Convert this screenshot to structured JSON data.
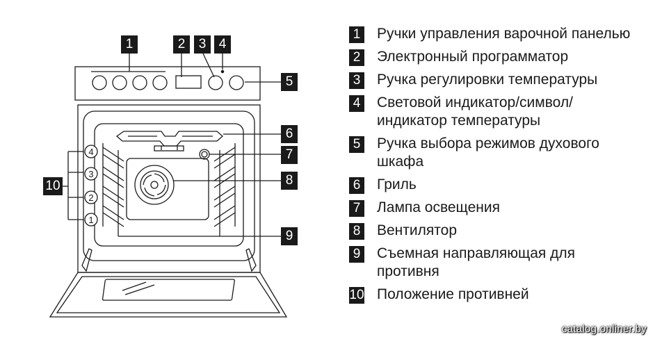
{
  "callouts": [
    "1",
    "2",
    "3",
    "4",
    "5",
    "6",
    "7",
    "8",
    "9",
    "10"
  ],
  "shelf_positions": [
    "4",
    "3",
    "2",
    "1"
  ],
  "legend": [
    {
      "num": "1",
      "text": "Ручки управления варочной панелью"
    },
    {
      "num": "2",
      "text": "Электронный программатор"
    },
    {
      "num": "3",
      "text": "Ручка регулировки температуры"
    },
    {
      "num": "4",
      "text": "Световой индикатор/символ/ индикатор температуры"
    },
    {
      "num": "5",
      "text": "Ручка выбора режимов духового шкафа"
    },
    {
      "num": "6",
      "text": "Гриль"
    },
    {
      "num": "7",
      "text": "Лампа освещения"
    },
    {
      "num": "8",
      "text": "Вентилятор"
    },
    {
      "num": "9",
      "text": "Съемная направляющая для противня"
    },
    {
      "num": "10",
      "text": "Положение противней"
    }
  ],
  "watermark": "catalog.onliner.by"
}
